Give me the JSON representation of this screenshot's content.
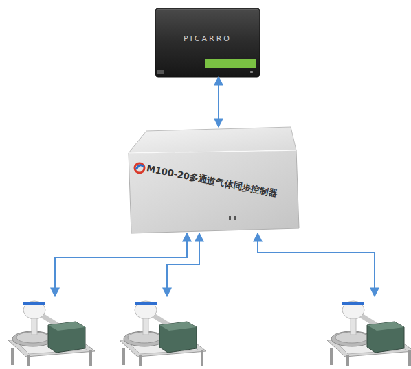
{
  "diagram": {
    "nodes": [
      {
        "text": [
          "PICARRO"
        ]
      },
      {
        "text": [
          "M100-20多通道气体同步控制器"
        ]
      },
      {
        "text": []
      },
      {
        "text": []
      },
      {
        "text": []
      }
    ],
    "edges": [
      {
        "from": 0,
        "to": 1,
        "arrow": "both"
      },
      {
        "from": 1,
        "to": 2,
        "arrow": "both"
      },
      {
        "from": 1,
        "to": 3,
        "arrow": "both"
      },
      {
        "from": 1,
        "to": 4,
        "arrow": "both"
      }
    ]
  }
}
